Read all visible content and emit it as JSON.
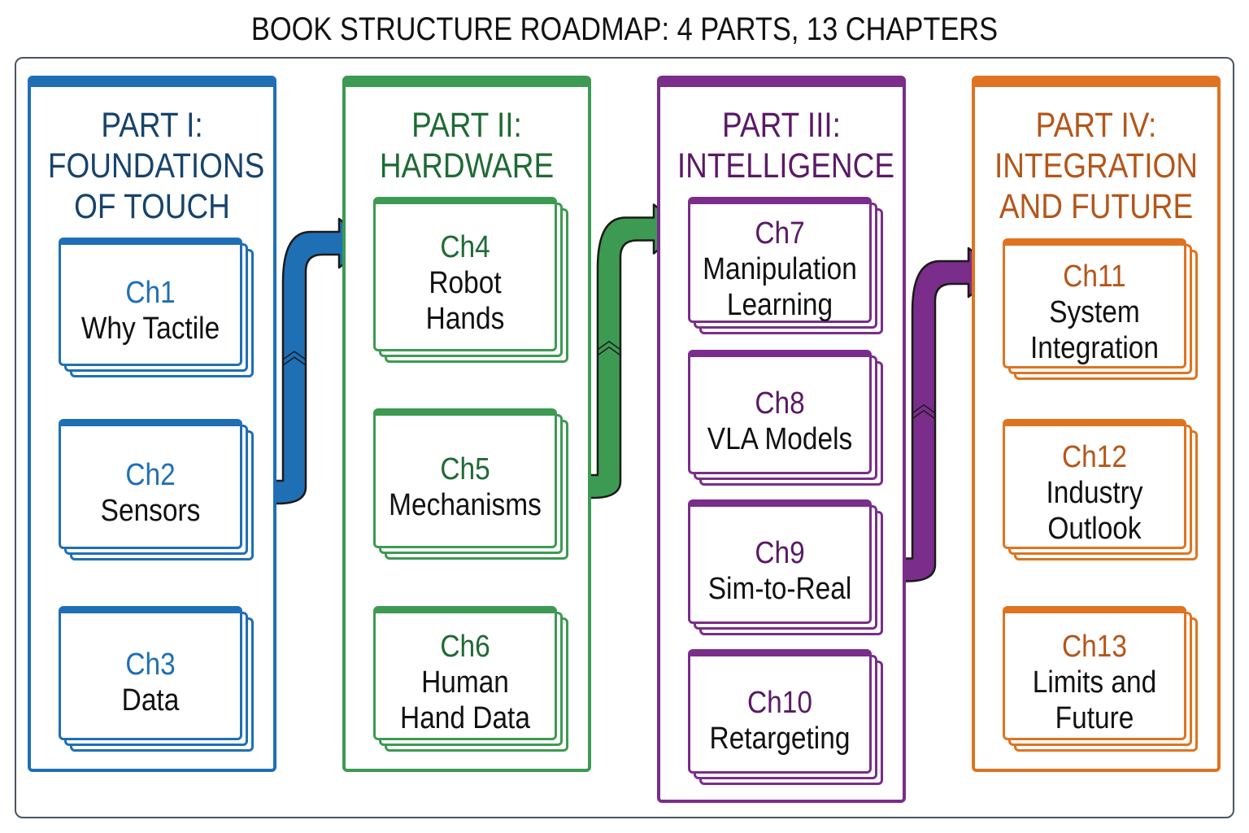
{
  "title": "BOOK STRUCTURE ROADMAP: 4 PARTS, 13 CHAPTERS",
  "colors": {
    "part1": "#1f6fb5",
    "part1_title": "#17436b",
    "part2": "#3d9a52",
    "part2_title": "#1f6a34",
    "part3": "#7a2d8a",
    "part3_title": "#5a1a66",
    "part4": "#e07320",
    "part4_title": "#b4561a",
    "outline": "#1a1a1a"
  },
  "parts": [
    {
      "title_lines": [
        "PART I:",
        "FOUNDATIONS",
        "OF TOUCH"
      ],
      "chapters": [
        {
          "num": "Ch1",
          "name_lines": [
            "Why Tactile"
          ]
        },
        {
          "num": "Ch2",
          "name_lines": [
            "Sensors"
          ]
        },
        {
          "num": "Ch3",
          "name_lines": [
            "Data"
          ]
        }
      ]
    },
    {
      "title_lines": [
        "PART II:",
        "HARDWARE"
      ],
      "chapters": [
        {
          "num": "Ch4",
          "name_lines": [
            "Robot",
            "Hands"
          ]
        },
        {
          "num": "Ch5",
          "name_lines": [
            "Mechanisms"
          ]
        },
        {
          "num": "Ch6",
          "name_lines": [
            "Human",
            "Hand Data"
          ]
        }
      ]
    },
    {
      "title_lines": [
        "PART III:",
        "INTELLIGENCE"
      ],
      "chapters": [
        {
          "num": "Ch7",
          "name_lines": [
            "Manipulation",
            "Learning"
          ]
        },
        {
          "num": "Ch8",
          "name_lines": [
            "VLA Models"
          ]
        },
        {
          "num": "Ch9",
          "name_lines": [
            "Sim-to-Real"
          ]
        },
        {
          "num": "Ch10",
          "name_lines": [
            "Retargeting"
          ]
        }
      ]
    },
    {
      "title_lines": [
        "PART IV:",
        "INTEGRATION",
        "AND FUTURE"
      ],
      "chapters": [
        {
          "num": "Ch11",
          "name_lines": [
            "System",
            "Integration"
          ]
        },
        {
          "num": "Ch12",
          "name_lines": [
            "Industry",
            "Outlook"
          ]
        },
        {
          "num": "Ch13",
          "name_lines": [
            "Limits and",
            "Future"
          ]
        }
      ]
    }
  ],
  "connections": [
    {
      "from": "Ch2",
      "to": "Ch4"
    },
    {
      "from": "Ch5",
      "to": "Ch7"
    },
    {
      "from": "Ch9",
      "to": "Ch11"
    }
  ]
}
